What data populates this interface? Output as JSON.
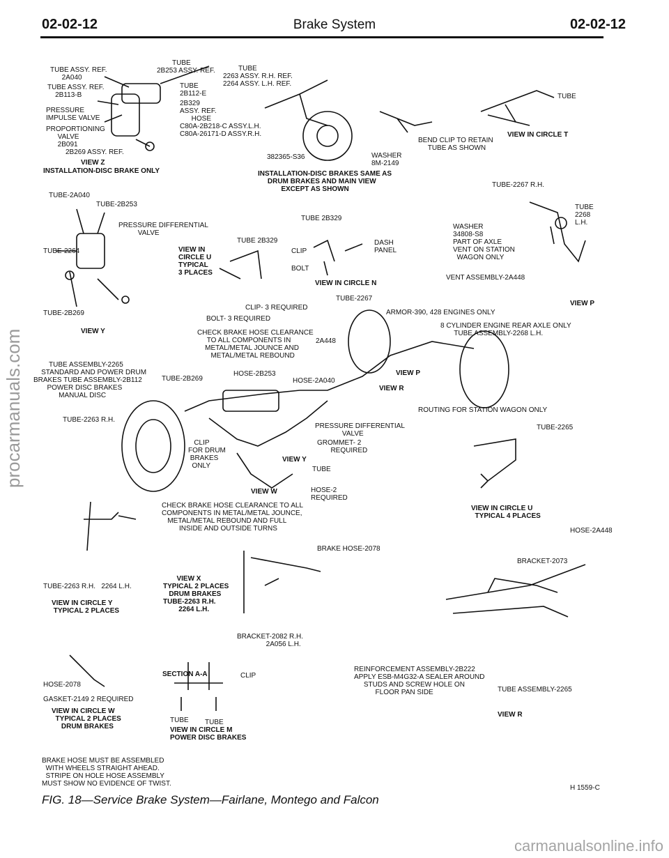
{
  "header": {
    "left": "02-02-12",
    "center": "Brake System",
    "right": "02-02-12"
  },
  "labels": {
    "tube_assy_2a040": "TUBE ASSY. REF.\n      2A040",
    "tube_2b253": "        TUBE\n2B253 ASSY. REF.",
    "tube_2263": "        TUBE\n2263 ASSY. R.H. REF.\n2264 ASSY. L.H. REF.",
    "tube_2b113": "TUBE ASSY. REF.\n    2B113-B",
    "tube_2b112": "TUBE\n2B112-E",
    "tube_2b329_ref": "2B329\nASSY. REF.",
    "pressure_valve": "PRESSURE\nIMPULSE VALVE",
    "hose_c80a": "      HOSE\nC80A-2B218-C ASSY.L.H.\nC80A-26171-D ASSY.R.H.",
    "proportioning": "PROPORTIONING\n      VALVE\n      2B091",
    "tube_top_right": "TUBE",
    "view_circle_t": "VIEW IN CIRCLE T",
    "bend_clip": "BEND CLIP TO RETAIN\n     TUBE AS SHOWN",
    "assy_2b269": "2B269 ASSY. REF.",
    "view_z": "VIEW Z",
    "install_disc": "INSTALLATION-DISC BRAKE ONLY",
    "s36": "382365-S36",
    "washer": "WASHER\n8M-2149",
    "install_same": "INSTALLATION-DISC BRAKES SAME AS\n     DRUM BRAKES AND MAIN VIEW\n            EXCEPT AS SHOWN",
    "tube_2267_rh": "TUBE-2267 R.H.",
    "tube_2a040": "TUBE-2A040",
    "tube_2b253b": "TUBE-2B253",
    "tube_2268": "TUBE\n2268\nL.H.",
    "tube_2b329_top": "TUBE 2B329",
    "pdv_valve": "PRESSURE DIFFERENTIAL\n          VALVE",
    "tube_2b329_mid": "TUBE 2B329",
    "dash_panel": "DASH\nPANEL",
    "washer_348": "WASHER\n34808-S8\nPART OF AXLE\nVENT ON STATION\n  WAGON ONLY",
    "tube_2264": "TUBE-2264",
    "view_circle_u": "VIEW IN\nCIRCLE U\nTYPICAL\n3 PLACES",
    "clip_n": "CLIP",
    "bolt_n": "BOLT",
    "view_circle_n": "VIEW IN CIRCLE N",
    "vent_assy": "VENT ASSEMBLY-2A448",
    "tube_2b269": "TUBE-2B269",
    "clip3": "CLIP- 3 REQUIRED",
    "bolt3": "BOLT- 3 REQUIRED",
    "tube_2267": "TUBE-2267",
    "armor": "ARMOR-390, 428 ENGINES ONLY",
    "view_p_top": "VIEW P",
    "view_y": "VIEW Y",
    "check_hose_top": "CHECK BRAKE HOSE CLEARANCE\n     TO ALL COMPONENTS IN\n    METAL/METAL JOUNCE AND\n       METAL/METAL REBOUND",
    "n2a448": "2A448",
    "eight_cyl": "8 CYLINDER ENGINE REAR AXLE ONLY\n       TUBE ASSEMBLY-2268 L.H.",
    "tube_assy_2265": "        TUBE ASSEMBLY-2265\n    STANDARD AND POWER DRUM\nBRAKES TUBE ASSEMBLY-2B112\n       POWER DISC BRAKES\n             MANUAL DISC",
    "tube_2b269_mid": "TUBE-2B269",
    "hose_2b253": "HOSE-2B253",
    "hose_2a040": "HOSE-2A040",
    "view_p_mid": "VIEW P",
    "view_r_mid": "VIEW R",
    "tube_2263_rh": "TUBE-2263 R.H.",
    "routing": "ROUTING FOR STATION WAGON ONLY",
    "tube_2265": "TUBE-2265",
    "pdv2": "PRESSURE DIFFERENTIAL\n              VALVE",
    "grommet": "GROMMET- 2\n       REQUIRED",
    "clip_drum": "   CLIP\nFOR DRUM\n BRAKES\n  ONLY",
    "view_y_small": "VIEW Y",
    "tube_small": "TUBE",
    "view_w_small": "VIEW W",
    "hose2": "HOSE-2\nREQUIRED",
    "check_hose_bottom": "CHECK BRAKE HOSE CLEARANCE TO ALL\nCOMPONENTS IN METAL/METAL JOUNCE,\n   METAL/METAL REBOUND AND FULL\n         INSIDE AND OUTSIDE TURNS",
    "view_circle_u4": "VIEW IN CIRCLE U\n  TYPICAL 4 PLACES",
    "hose_2a448": "HOSE-2A448",
    "brake_hose_2078": "BRAKE HOSE-2078",
    "bracket_2073": "BRACKET-2073",
    "tube_2263_2264": "TUBE-2263 R.H.   2264 L.H.",
    "view_x": "       VIEW X\nTYPICAL 2 PLACES\n   DRUM BRAKES\nTUBE-2263 R.H.\n        2264 L.H.",
    "view_circle_y": "VIEW IN CIRCLE Y\n TYPICAL 2 PLACES",
    "bracket_2082": "BRACKET-2082 R.H.\n               2A056 L.H.",
    "section_aa": "SECTION A-A",
    "clip_sec": "CLIP",
    "reinforce": "REINFORCEMENT ASSEMBLY-2B222\nAPPLY ESB-M4G32-A SEALER AROUND\n     STUDS AND SCREW HOLE ON\n           FLOOR PAN SIDE",
    "hose_2078": "HOSE-2078",
    "gasket": "GASKET-2149 2 REQUIRED",
    "view_circle_w": "VIEW IN CIRCLE W\n  TYPICAL 2 PLACES\n     DRUM BRAKES",
    "tube_a": "TUBE",
    "tube_b": "TUBE",
    "view_circle_m": "VIEW IN CIRCLE M\nPOWER DISC BRAKES",
    "tube_assy_2265b": "TUBE ASSEMBLY-2265",
    "view_r": "VIEW R",
    "note": "BRAKE HOSE MUST BE ASSEMBLED\n  WITH WHEELS STRAIGHT AHEAD.\n  STRIPE ON HOLE HOSE ASSEMBLY\nMUST SHOW NO EVIDENCE OF TWIST.",
    "fig_code": "H 1559-C"
  },
  "caption": "FIG. 18—Service Brake System—Fairlane, Montego and Falcon",
  "watermark_side": "procarmanuals.com",
  "watermark_bottom": "carmanualsonline.info"
}
